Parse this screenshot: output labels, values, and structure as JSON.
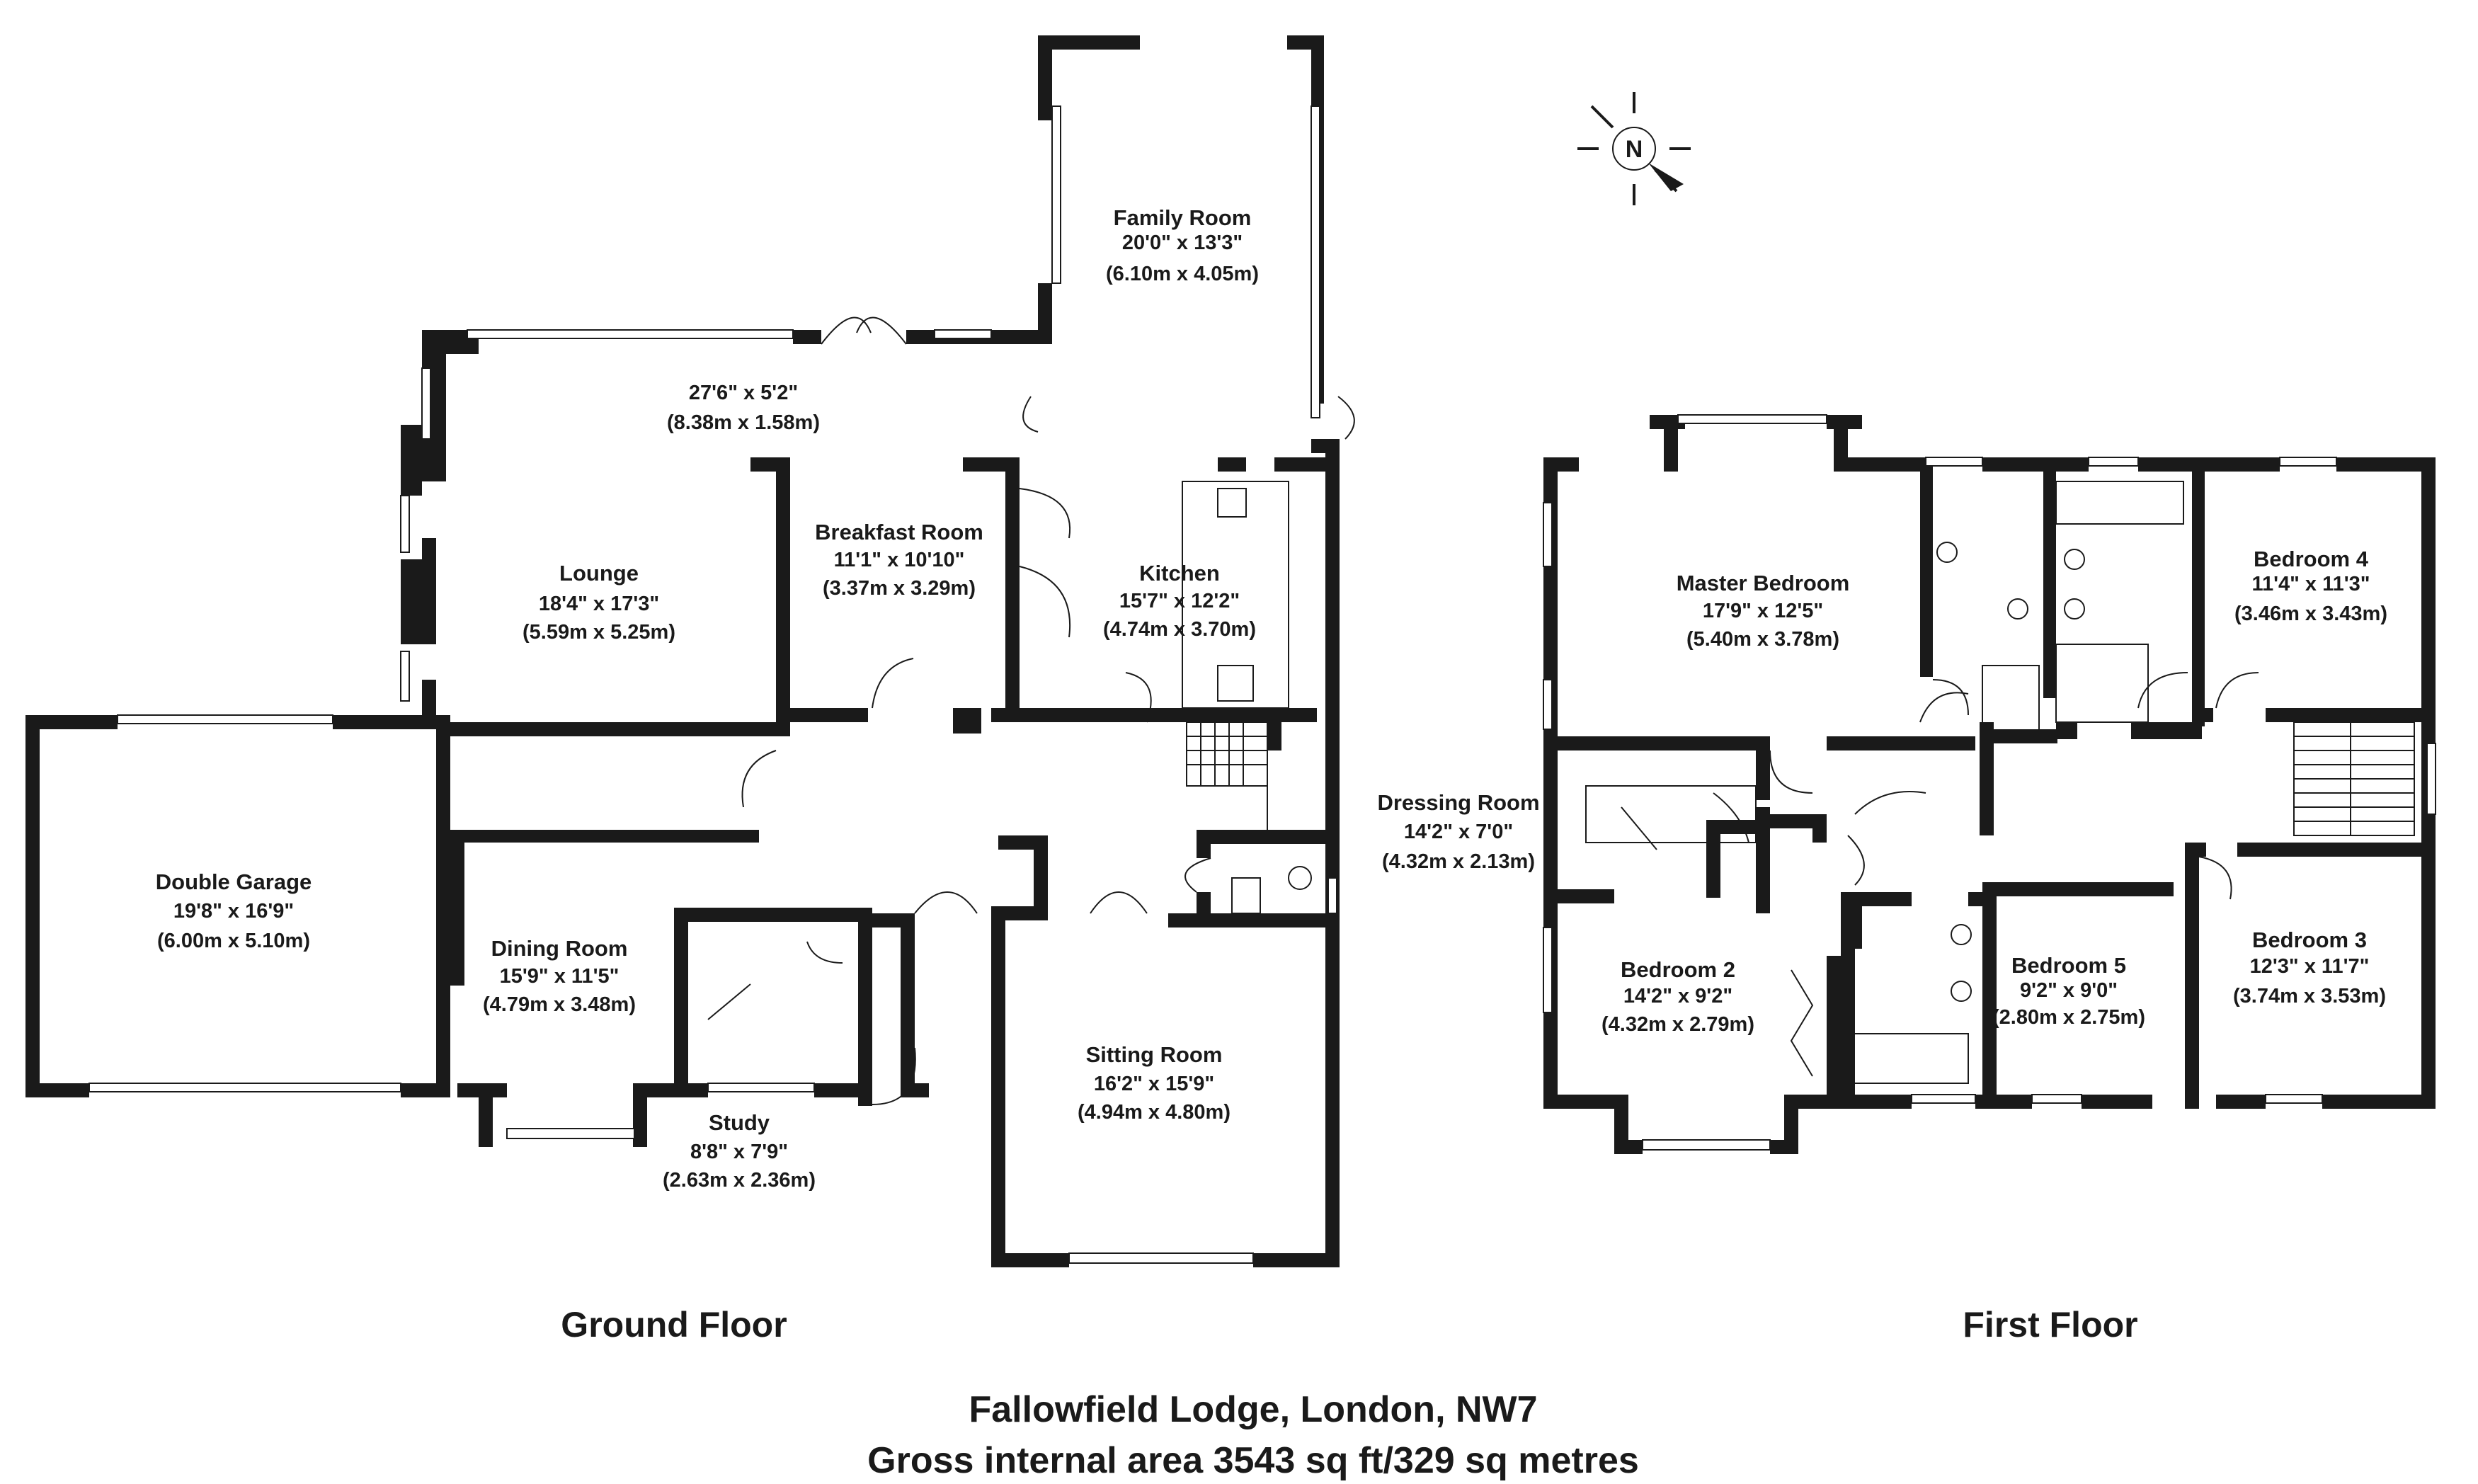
{
  "floors": {
    "ground": "Ground Floor",
    "first": "First Floor"
  },
  "rooms": {
    "family_room": {
      "name": "Family Room",
      "imperial": "20'0\" x 13'3\"",
      "metric": "(6.10m x 4.05m)"
    },
    "hallway": {
      "imperial": "27'6\" x 5'2\"",
      "metric": "(8.38m x 1.58m)"
    },
    "lounge": {
      "name": "Lounge",
      "imperial": "18'4\" x 17'3\"",
      "metric": "(5.59m x 5.25m)"
    },
    "breakfast_room": {
      "name": "Breakfast Room",
      "imperial": "11'1\" x 10'10\"",
      "metric": "(3.37m x 3.29m)"
    },
    "kitchen": {
      "name": "Kitchen",
      "imperial": "15'7\" x 12'2\"",
      "metric": "(4.74m x 3.70m)"
    },
    "double_garage": {
      "name": "Double Garage",
      "imperial": "19'8\" x 16'9\"",
      "metric": "(6.00m x 5.10m)"
    },
    "dining_room": {
      "name": "Dining Room",
      "imperial": "15'9\" x 11'5\"",
      "metric": "(4.79m x 3.48m)"
    },
    "study": {
      "name": "Study",
      "imperial": "8'8\" x 7'9\"",
      "metric": "(2.63m x 2.36m)"
    },
    "sitting_room": {
      "name": "Sitting Room",
      "imperial": "16'2\" x 15'9\"",
      "metric": "(4.94m x 4.80m)"
    },
    "master_bedroom": {
      "name": "Master Bedroom",
      "imperial": "17'9\" x 12'5\"",
      "metric": "(5.40m x 3.78m)"
    },
    "bedroom_4": {
      "name": "Bedroom 4",
      "imperial": "11'4\" x 11'3\"",
      "metric": "(3.46m x 3.43m)"
    },
    "dressing_room": {
      "name": "Dressing Room",
      "imperial": "14'2\" x 7'0\"",
      "metric": "(4.32m x 2.13m)"
    },
    "bedroom_2": {
      "name": "Bedroom 2",
      "imperial": "14'2\" x 9'2\"",
      "metric": "(4.32m x 2.79m)"
    },
    "bedroom_5": {
      "name": "Bedroom 5",
      "imperial": "9'2\" x 9'0\"",
      "metric": "(2.80m x 2.75m)"
    },
    "bedroom_3": {
      "name": "Bedroom 3",
      "imperial": "12'3\" x 11'7\"",
      "metric": "(3.74m x 3.53m)"
    }
  },
  "compass": {
    "letter": "N"
  },
  "footer": {
    "address": "Fallowfield Lodge, London, NW7",
    "area": "Gross internal area 3543 sq ft/329 sq metres"
  }
}
